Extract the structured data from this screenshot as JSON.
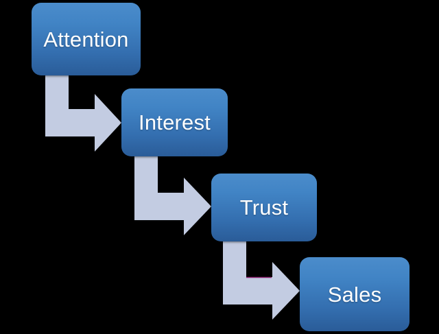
{
  "diagram": {
    "title": "Attention Interest Trust Sales funnel",
    "type": "process-flow-staircase",
    "background_color": "#000000",
    "box_fill_top": "#4B8CCB",
    "box_fill_bottom": "#2A5C98",
    "box_text_color": "#FFFFFF",
    "arrow_color": "#C3CCE2",
    "accent_line_color": "#8E2272",
    "steps": [
      {
        "id": "attention",
        "label": "Attention",
        "order": 1
      },
      {
        "id": "interest",
        "label": "Interest",
        "order": 2
      },
      {
        "id": "trust",
        "label": "Trust",
        "order": 3
      },
      {
        "id": "sales",
        "label": "Sales",
        "order": 4
      }
    ],
    "connectors": [
      {
        "id": "attention-to-interest",
        "from": "attention",
        "to": "interest",
        "shape": "elbow-down-right"
      },
      {
        "id": "interest-to-trust",
        "from": "interest",
        "to": "trust",
        "shape": "elbow-down-right"
      },
      {
        "id": "trust-to-sales",
        "from": "trust",
        "to": "sales",
        "shape": "elbow-down-right"
      }
    ]
  }
}
